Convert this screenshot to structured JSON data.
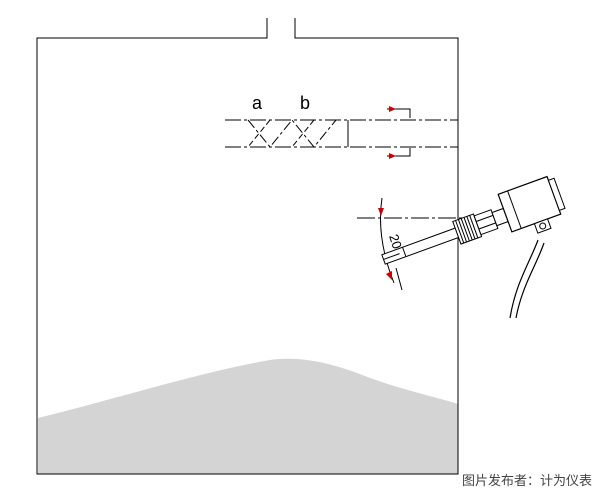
{
  "labels": {
    "a": "a",
    "b": "b",
    "angle": "20°"
  },
  "credit": "图片发布者：计为仪表",
  "colors": {
    "line": "#000000",
    "material": "#d4d4d4",
    "arrow": "#cc0000"
  }
}
